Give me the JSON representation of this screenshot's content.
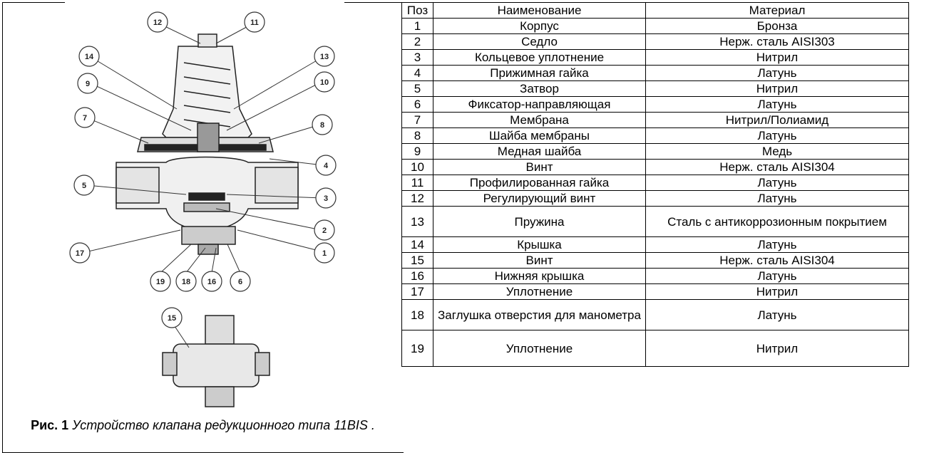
{
  "figure": {
    "caption_label": "Рис. 1",
    "caption_text": "Устройство клапана редукционного типа 11BIS .",
    "callouts": [
      "12",
      "11",
      "14",
      "13",
      "9",
      "10",
      "7",
      "8",
      "4",
      "5",
      "3",
      "2",
      "17",
      "1",
      "19",
      "18",
      "16",
      "6",
      "15"
    ]
  },
  "table": {
    "headers": [
      "Поз",
      "Наименование",
      "Материал"
    ],
    "rows": [
      [
        "1",
        "Корпус",
        "Бронза"
      ],
      [
        "2",
        "Седло",
        "Нерж. сталь AISI303"
      ],
      [
        "3",
        "Кольцевое уплотнение",
        "Нитрил"
      ],
      [
        "4",
        "Прижимная гайка",
        "Латунь"
      ],
      [
        "5",
        "Затвор",
        "Нитрил"
      ],
      [
        "6",
        "Фиксатор-направляющая",
        "Латунь"
      ],
      [
        "7",
        "Мембрана",
        "Нитрил/Полиамид"
      ],
      [
        "8",
        "Шайба мембраны",
        "Латунь"
      ],
      [
        "9",
        "Медная шайба",
        "Медь"
      ],
      [
        "10",
        "Винт",
        "Нерж. сталь AISI304"
      ],
      [
        "11",
        "Профилированная гайка",
        "Латунь"
      ],
      [
        "12",
        "Регулирующий винт",
        "Латунь"
      ],
      [
        "13",
        "Пружина",
        "Сталь с антикоррозионным покрытием"
      ],
      [
        "14",
        "Крышка",
        "Латунь"
      ],
      [
        "15",
        "Винт",
        "Нерж. сталь AISI304"
      ],
      [
        "16",
        "Нижняя крышка",
        "Латунь"
      ],
      [
        "17",
        "Уплотнение",
        "Нитрил"
      ],
      [
        "18",
        "Заглушка отверстия для манометра",
        "Латунь"
      ],
      [
        "19",
        "Уплотнение",
        "Нитрил"
      ]
    ]
  }
}
